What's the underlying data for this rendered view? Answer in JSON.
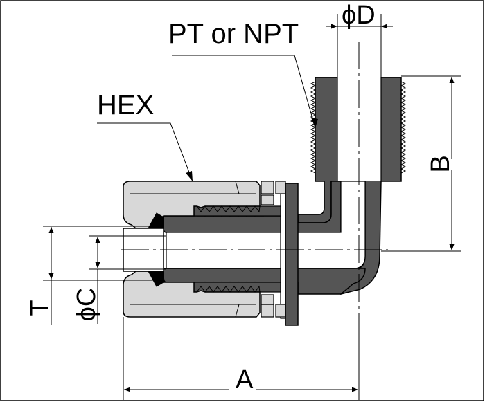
{
  "labels": {
    "thread": "PT or NPT",
    "hex": "HEX",
    "diameter_d": "ϕD",
    "diameter_c": "ϕC",
    "dim_a": "A",
    "dim_b": "B",
    "dim_t": "T"
  },
  "colors": {
    "body_dark": "#555555",
    "nut_light": "#d8d8d8",
    "line": "#000000",
    "background": "#ffffff"
  }
}
